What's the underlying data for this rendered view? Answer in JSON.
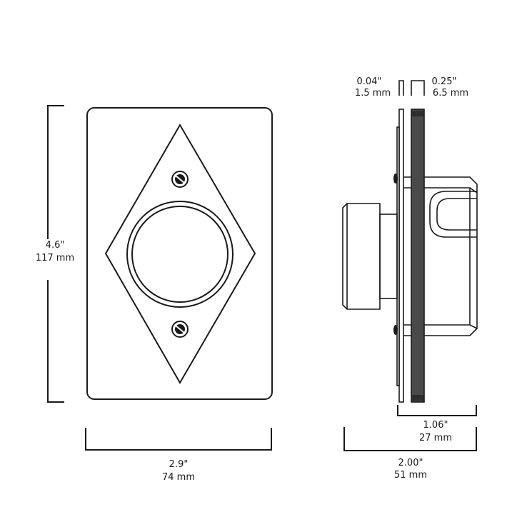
{
  "front_view": {
    "height_in": "4.6\"",
    "height_mm": "117 mm",
    "width_in": "2.9\"",
    "width_mm": "74 mm"
  },
  "side_view": {
    "plate_in": "0.04\"",
    "plate_mm": "1.5 mm",
    "spacer_in": "0.25\"",
    "spacer_mm": "6.5 mm",
    "depth_in": "1.06\"",
    "depth_mm": "27 mm",
    "total_in": "2.00\"",
    "total_mm": "51 mm"
  },
  "colors": {
    "line": "#1a1a1a",
    "spacer": "#4a4a4a"
  }
}
